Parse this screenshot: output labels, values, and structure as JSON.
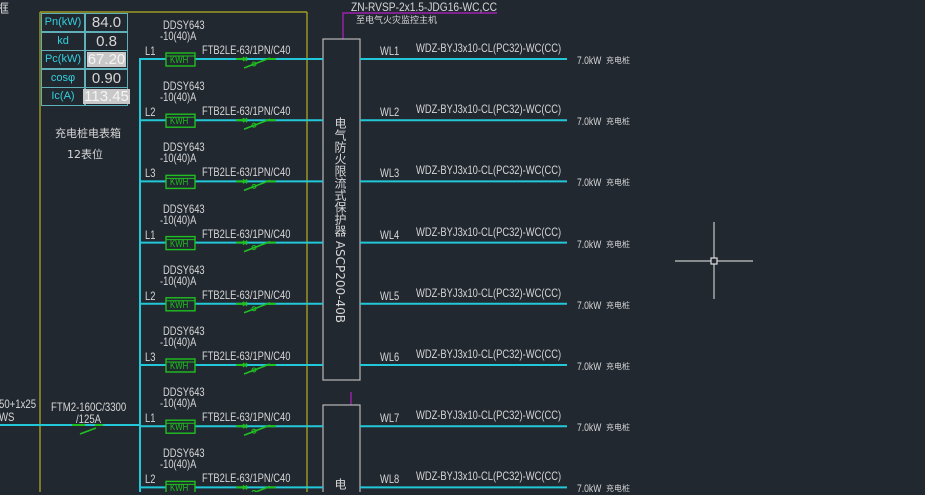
{
  "title_fragment": "框",
  "load_table": {
    "rows": [
      {
        "label": "Pn(kW)",
        "value": "84.0",
        "highlight": false
      },
      {
        "label": "kd",
        "value": "0.8",
        "highlight": false
      },
      {
        "label": "Pc(kW)",
        "value": "67.20",
        "highlight": true
      },
      {
        "label": "cosφ",
        "value": "0.90",
        "highlight": false
      },
      {
        "label": "Ic(A)",
        "value": "113.45",
        "highlight": true
      }
    ]
  },
  "panel": {
    "name": "充电桩电表箱",
    "positions": "12表位"
  },
  "incoming": {
    "cable_line1": "50+1x25",
    "cable_line2": "WS",
    "breaker_line1": "FTM2-160C/3300",
    "breaker_line2": "/125A"
  },
  "fire_alarm": {
    "cable": "ZN-RVSP-2x1.5-JDG16-WC,CC",
    "note": "至电气火灾监控主机"
  },
  "monitor_device": {
    "label": "电气防火限流式保护器 ASCP200-40B",
    "label2": "电"
  },
  "branches": [
    {
      "phase": "L1",
      "meter": "DDSY643",
      "meter_rating": "-10(40)A",
      "meter_symbol": "KWH",
      "breaker": "FTB2LE-63/1PN/C40",
      "circuit": "WL1",
      "cable": "WDZ-BYJ3x10-CL(PC32)-WC(CC)",
      "load": "7.0kW",
      "load_name": "充电桩"
    },
    {
      "phase": "L2",
      "meter": "DDSY643",
      "meter_rating": "-10(40)A",
      "meter_symbol": "KWH",
      "breaker": "FTB2LE-63/1PN/C40",
      "circuit": "WL2",
      "cable": "WDZ-BYJ3x10-CL(PC32)-WC(CC)",
      "load": "7.0kW",
      "load_name": "充电桩"
    },
    {
      "phase": "L3",
      "meter": "DDSY643",
      "meter_rating": "-10(40)A",
      "meter_symbol": "KWH",
      "breaker": "FTB2LE-63/1PN/C40",
      "circuit": "WL3",
      "cable": "WDZ-BYJ3x10-CL(PC32)-WC(CC)",
      "load": "7.0kW",
      "load_name": "充电桩"
    },
    {
      "phase": "L1",
      "meter": "DDSY643",
      "meter_rating": "-10(40)A",
      "meter_symbol": "KWH",
      "breaker": "FTB2LE-63/1PN/C40",
      "circuit": "WL4",
      "cable": "WDZ-BYJ3x10-CL(PC32)-WC(CC)",
      "load": "7.0kW",
      "load_name": "充电桩"
    },
    {
      "phase": "L2",
      "meter": "DDSY643",
      "meter_rating": "-10(40)A",
      "meter_symbol": "KWH",
      "breaker": "FTB2LE-63/1PN/C40",
      "circuit": "WL5",
      "cable": "WDZ-BYJ3x10-CL(PC32)-WC(CC)",
      "load": "7.0kW",
      "load_name": "充电桩"
    },
    {
      "phase": "L3",
      "meter": "DDSY643",
      "meter_rating": "-10(40)A",
      "meter_symbol": "KWH",
      "breaker": "FTB2LE-63/1PN/C40",
      "circuit": "WL6",
      "cable": "WDZ-BYJ3x10-CL(PC32)-WC(CC)",
      "load": "7.0kW",
      "load_name": "充电桩"
    },
    {
      "phase": "L1",
      "meter": "DDSY643",
      "meter_rating": "-10(40)A",
      "meter_symbol": "KWH",
      "breaker": "FTB2LE-63/1PN/C40",
      "circuit": "WL7",
      "cable": "WDZ-BYJ3x10-CL(PC32)-WC(CC)",
      "load": "7.0kW",
      "load_name": "充电桩"
    },
    {
      "phase": "L2",
      "meter": "DDSY643",
      "meter_rating": "-10(40)A",
      "meter_symbol": "KWH",
      "breaker": "FTB2LE-63/1PN/C40",
      "circuit": "WL8",
      "cable": "WDZ-BYJ3x10-CL(PC32)-WC(CC)",
      "load": "7.0kW",
      "load_name": "充电桩"
    }
  ],
  "colors": {
    "background": "#212830",
    "bus_cyan": "#22c8d8",
    "frame_yellow": "#b8b020",
    "device_green": "#20c020",
    "signal_purple": "#a020b0",
    "box_gray": "#b8b8b8",
    "text": "#d6d6d6"
  }
}
